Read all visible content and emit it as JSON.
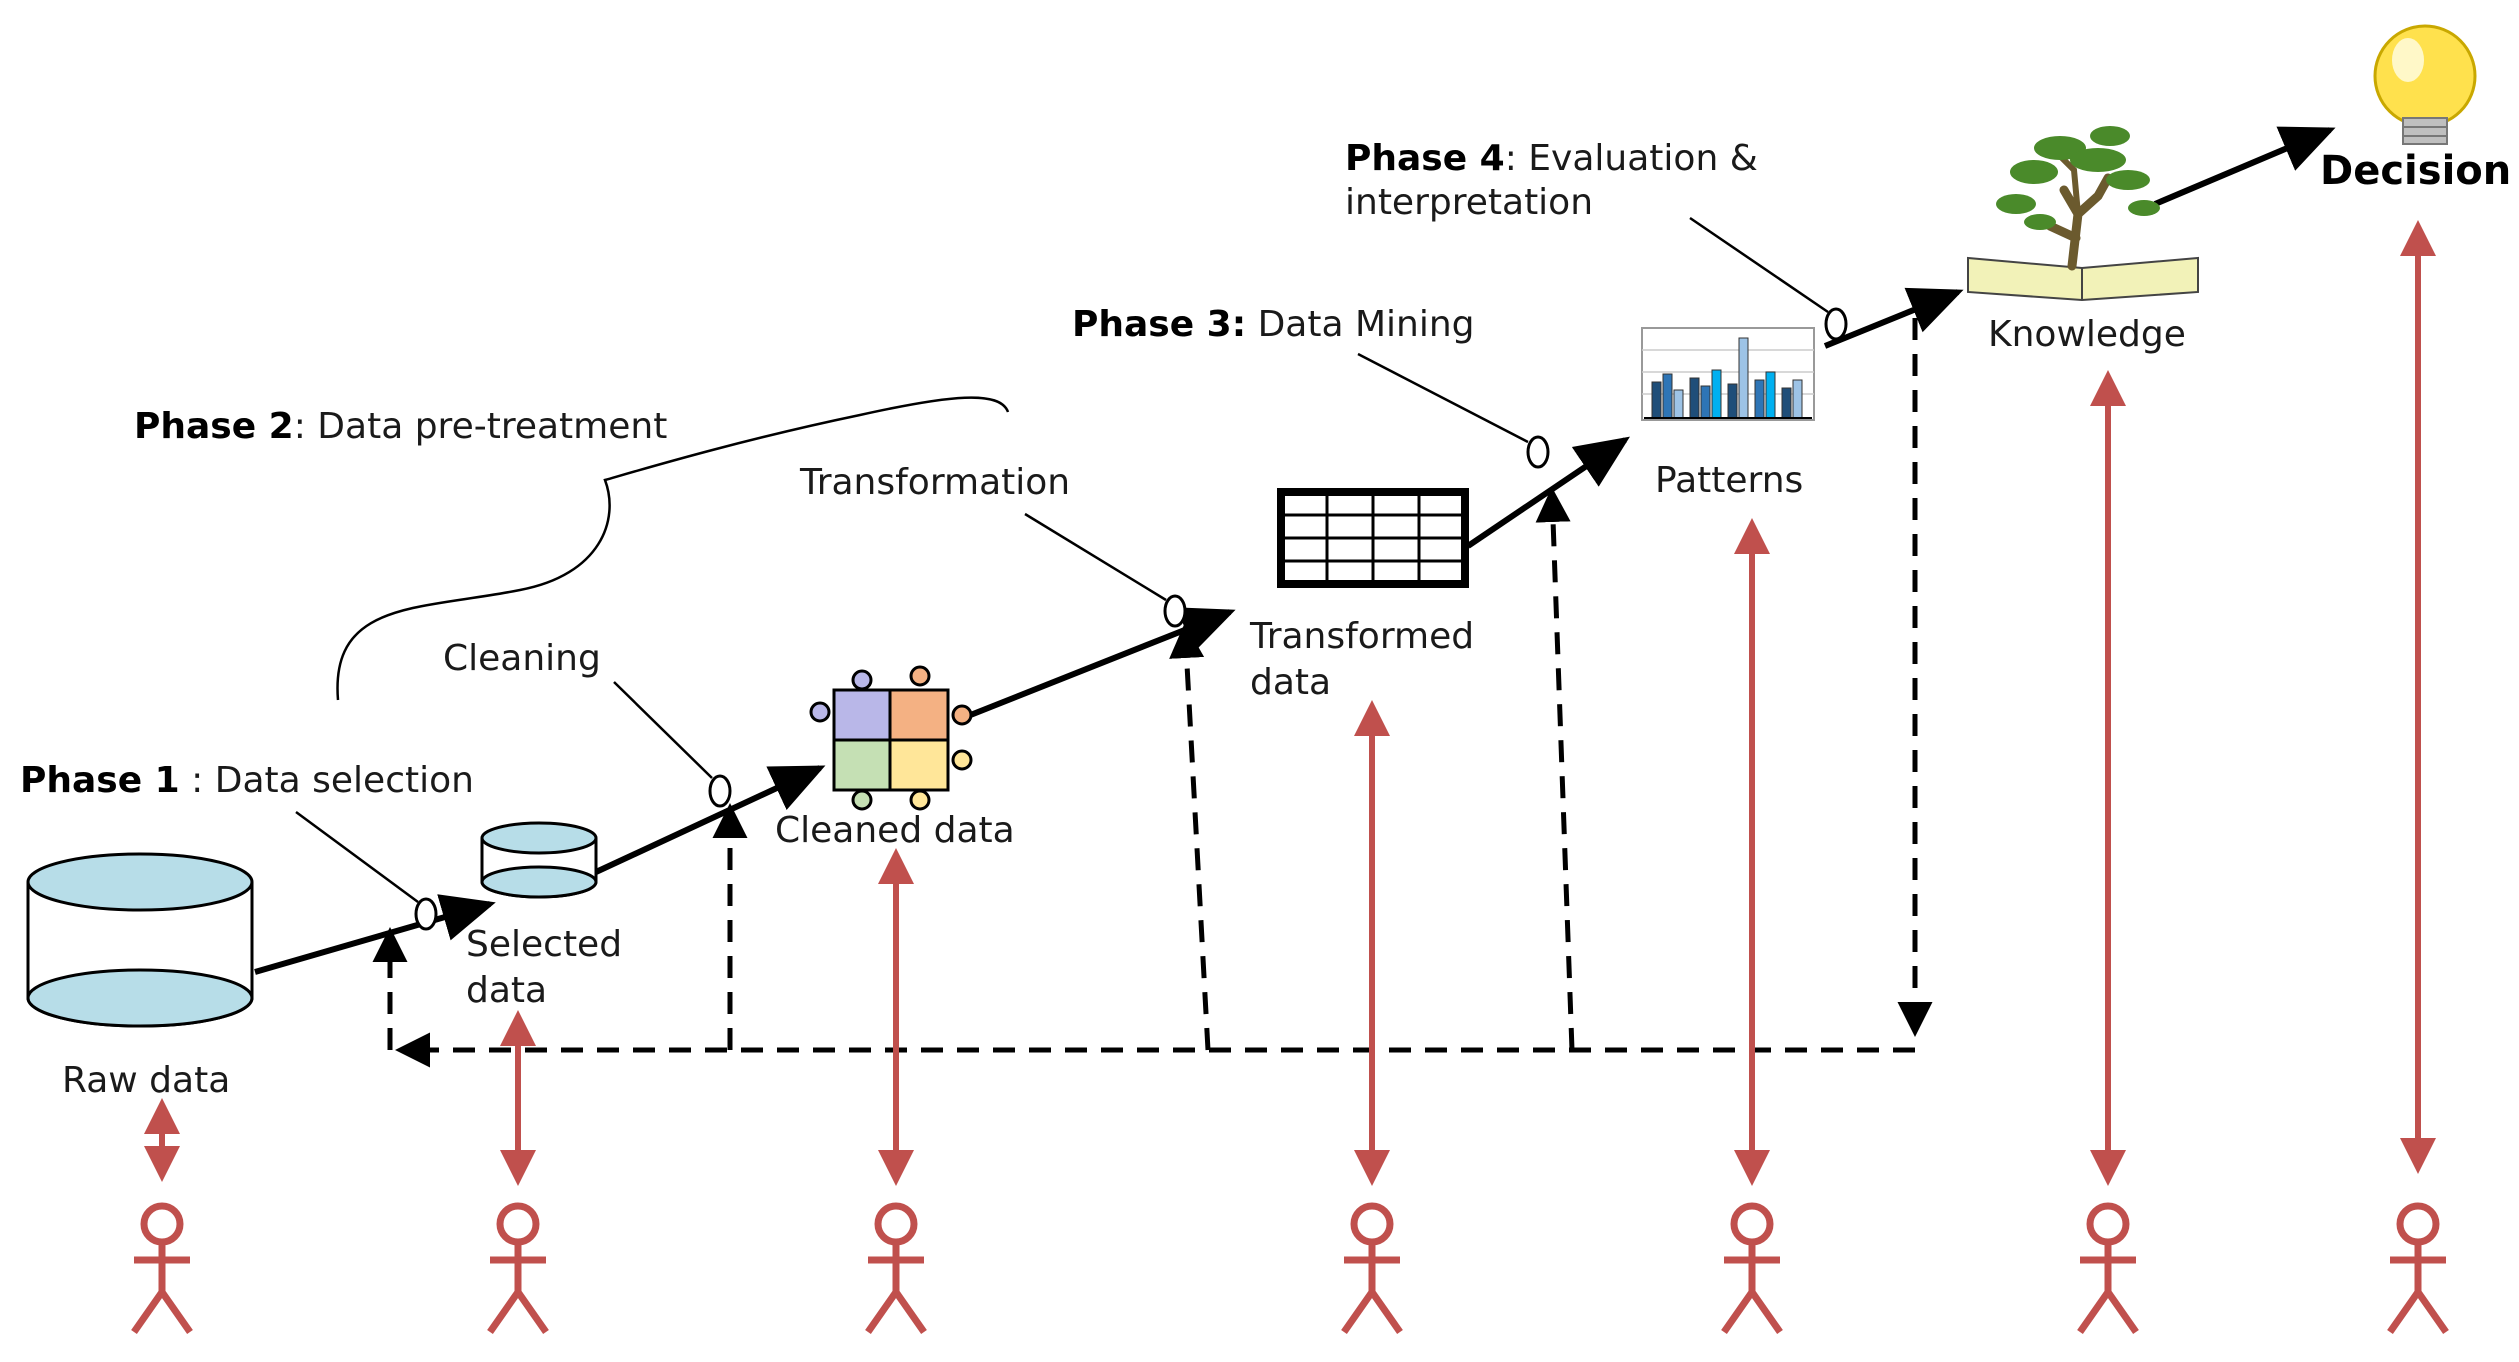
{
  "phases": {
    "p1_bold": "Phase 1",
    "p1_text": " : Data selection",
    "p2_bold": "Phase 2",
    "p2_text": ": Data pre-treatment",
    "p3_bold": "Phase 3:",
    "p3_text": " Data Mining",
    "p4_bold": "Phase 4",
    "p4_text": ": Evaluation &",
    "p4_text2": "interpretation"
  },
  "steps": {
    "cleaning": "Cleaning",
    "transformation": "Transformation"
  },
  "nodes": {
    "raw": "Raw data",
    "selected_1": "Selected",
    "selected_2": "data",
    "cleaned": "Cleaned  data",
    "transformed_1": "Transformed",
    "transformed_2": "data",
    "patterns": "Patterns",
    "knowledge": "Knowledge",
    "decision": "Decision"
  },
  "colors": {
    "arrow": "#000000",
    "user_arrow": "#c0504d",
    "db_fill": "#b7dde8"
  },
  "icons": {
    "raw": "database-icon",
    "selected": "small-database-icon",
    "cleaned": "puzzle-icon",
    "transformed": "grid-table-icon",
    "patterns": "bar-chart-icon",
    "knowledge": "tree-book-icon",
    "decision": "lightbulb-icon",
    "user": "stick-figure-icon"
  }
}
